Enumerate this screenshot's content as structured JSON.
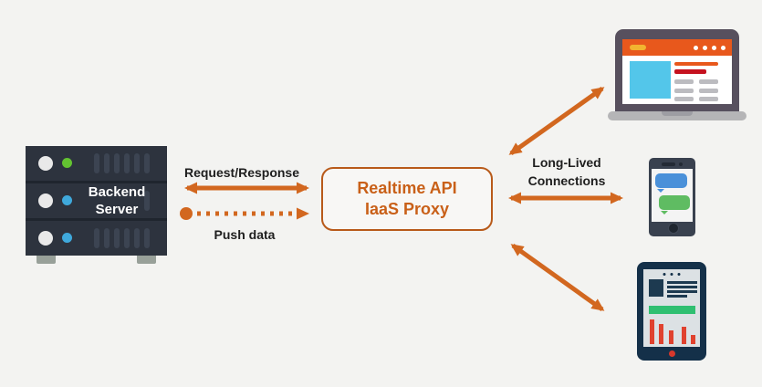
{
  "diagram": {
    "server": {
      "label_line1": "Backend",
      "label_line2": "Server"
    },
    "proxy": {
      "label_line1": "Realtime API",
      "label_line2": "IaaS Proxy"
    },
    "edges": {
      "request_response": {
        "label": "Request/Response",
        "style": "solid",
        "direction": "bidirectional"
      },
      "push_data": {
        "label": "Push data",
        "style": "dotted",
        "direction": "server-to-proxy"
      },
      "long_lived": {
        "label_line1": "Long-Lived",
        "label_line2": "Connections",
        "direction": "bidirectional",
        "targets": [
          "laptop",
          "smartphone",
          "tablet"
        ]
      }
    },
    "icons": {
      "server": "server-rack-icon",
      "laptop": "laptop-browser-icon",
      "smartphone": "phone-chat-icon",
      "tablet": "tablet-dashboard-icon"
    },
    "colors": {
      "background": "#f3f3f1",
      "accent_orange": "#d2671f",
      "proxy_border": "#b85a1a",
      "proxy_text": "#c96018",
      "label_text": "#1e1e1e"
    }
  }
}
